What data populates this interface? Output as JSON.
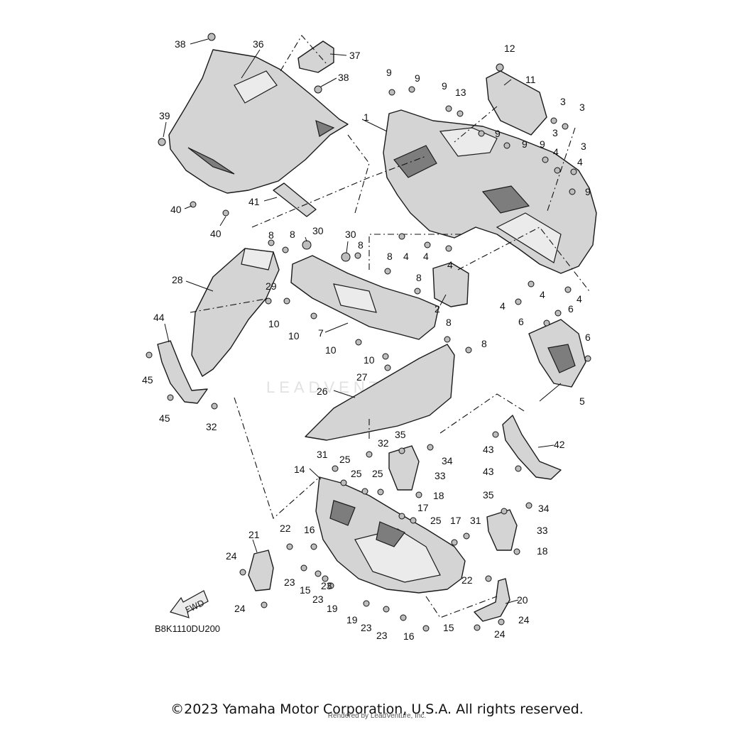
{
  "diagram": {
    "drawing_code": "B8K1110DU200",
    "fwd_label": "FWD",
    "watermark": "LEADVENTURE",
    "copyright": "©2023 Yamaha Motor Corporation, U.S.A. All rights reserved.",
    "rendered_by": "Rendered by LeadVenture, Inc.",
    "callouts": [
      "1",
      "2",
      "3",
      "4",
      "5",
      "6",
      "7",
      "8",
      "9",
      "10",
      "11",
      "12",
      "13",
      "14",
      "15",
      "16",
      "17",
      "18",
      "19",
      "20",
      "21",
      "22",
      "23",
      "24",
      "25",
      "26",
      "27",
      "28",
      "29",
      "30",
      "31",
      "32",
      "33",
      "34",
      "35",
      "36",
      "37",
      "38",
      "39",
      "40",
      "41",
      "42",
      "43",
      "44",
      "45"
    ]
  }
}
